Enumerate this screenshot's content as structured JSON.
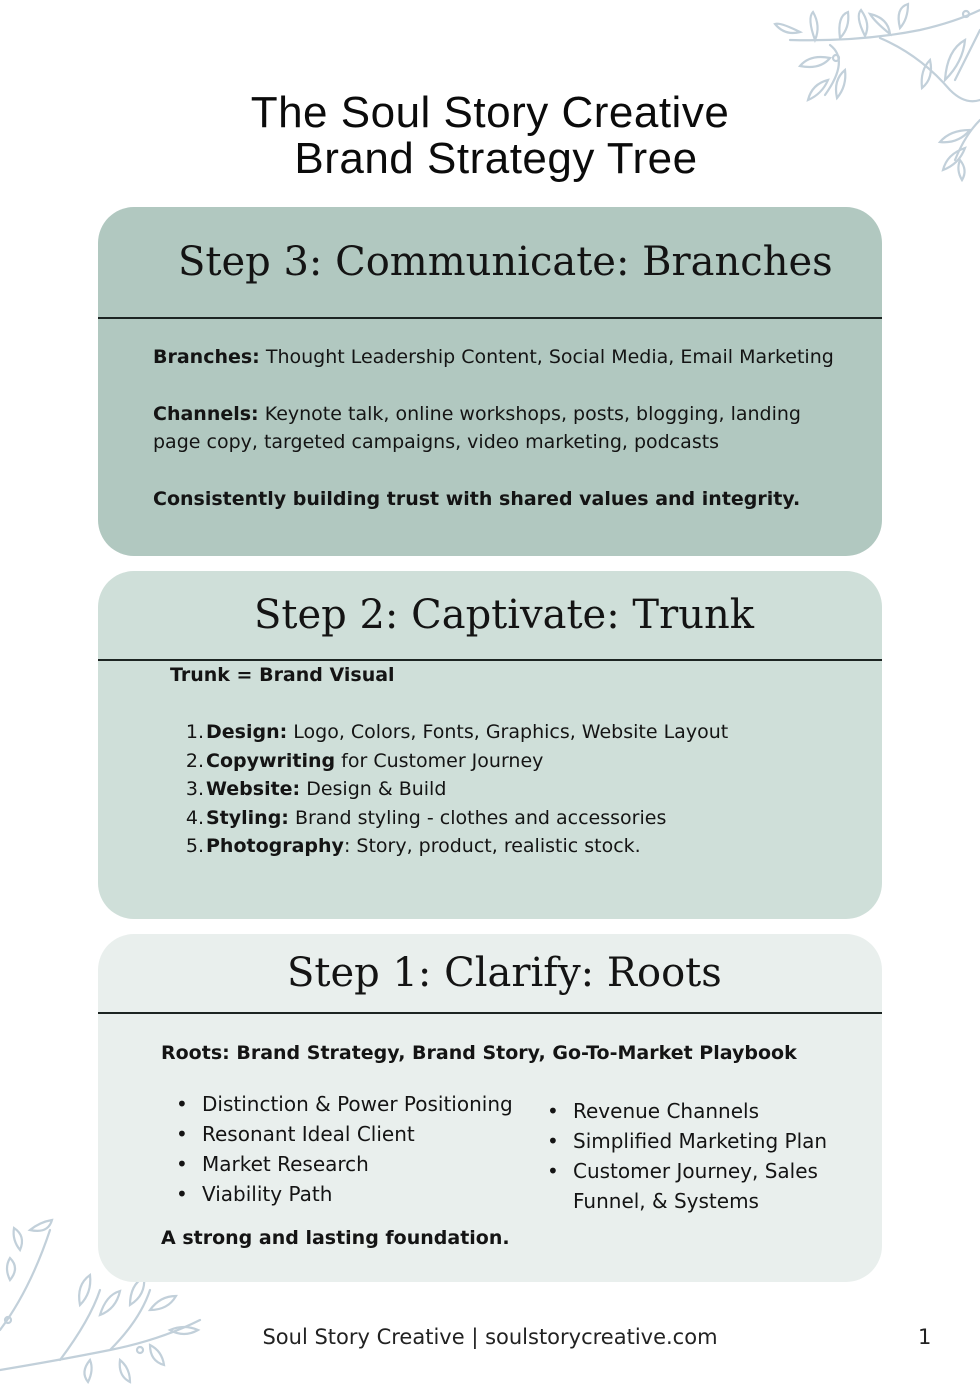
{
  "page": {
    "title_line1": "The Soul Story Creative",
    "title_line2": "Brand Strategy Tree",
    "colors": {
      "step3_bg": "#b1c8c0",
      "step2_bg": "#cfdfd9",
      "step1_bg": "#e9efed",
      "divider": "#1c2422",
      "leaf_decoration": "#c2d0da"
    }
  },
  "step3": {
    "heading": "Step 3: Communicate: Branches",
    "branches_label": "Branches:",
    "branches_text": " Thought Leadership Content, Social Media, Email Marketing",
    "channels_label": "Channels:",
    "channels_text_line1": " Keynote talk, online workshops, posts, blogging, landing",
    "channels_text_line2": "page copy, targeted campaigns, video marketing, podcasts",
    "tagline": "Consistently building trust with shared values and integrity."
  },
  "step2": {
    "heading": "Step 2: Captivate: Trunk",
    "subheading": "Trunk = Brand Visual",
    "items": [
      {
        "num": "1.",
        "label": "Design:",
        "text": " Logo, Colors, Fonts, Graphics, Website Layout"
      },
      {
        "num": "2.",
        "label": "Copywriting",
        "text": " for Customer Journey"
      },
      {
        "num": "3.",
        "label": "Website:",
        "text": " Design & Build"
      },
      {
        "num": "4.",
        "label": "Styling:",
        "text": " Brand styling - clothes and accessories"
      },
      {
        "num": "5.",
        "label": "Photography",
        "text": ": Story, product, realistic stock."
      }
    ]
  },
  "step1": {
    "heading": "Step 1: Clarify: Roots",
    "subheading": "Roots: Brand Strategy, Brand Story, Go-To-Market Playbook",
    "left_items": [
      "Distinction & Power Positioning",
      "Resonant Ideal Client",
      "Market Research",
      "Viability Path"
    ],
    "right_items": [
      "Revenue Channels",
      "Simplified Marketing Plan",
      "Customer Journey, Sales",
      "Funnel, & Systems"
    ],
    "bullet": "•",
    "tagline": "A strong and lasting foundation."
  },
  "footer": {
    "text": "Soul Story Creative | soulstorycreative.com",
    "page_number": "1"
  }
}
